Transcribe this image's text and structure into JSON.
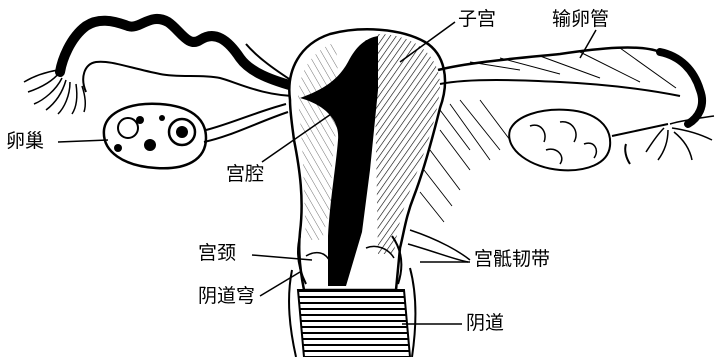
{
  "labels": {
    "uterus": "子宫",
    "fallopian_tube": "输卵管",
    "ovary": "卵巢",
    "uterine_cavity": "宫腔",
    "cervix": "宫颈",
    "vaginal_fornix": "阴道穹",
    "uterosacral_ligament": "宫骶韧带",
    "vagina": "阴道"
  },
  "colors": {
    "ink": "#000000",
    "paper": "#ffffff"
  }
}
